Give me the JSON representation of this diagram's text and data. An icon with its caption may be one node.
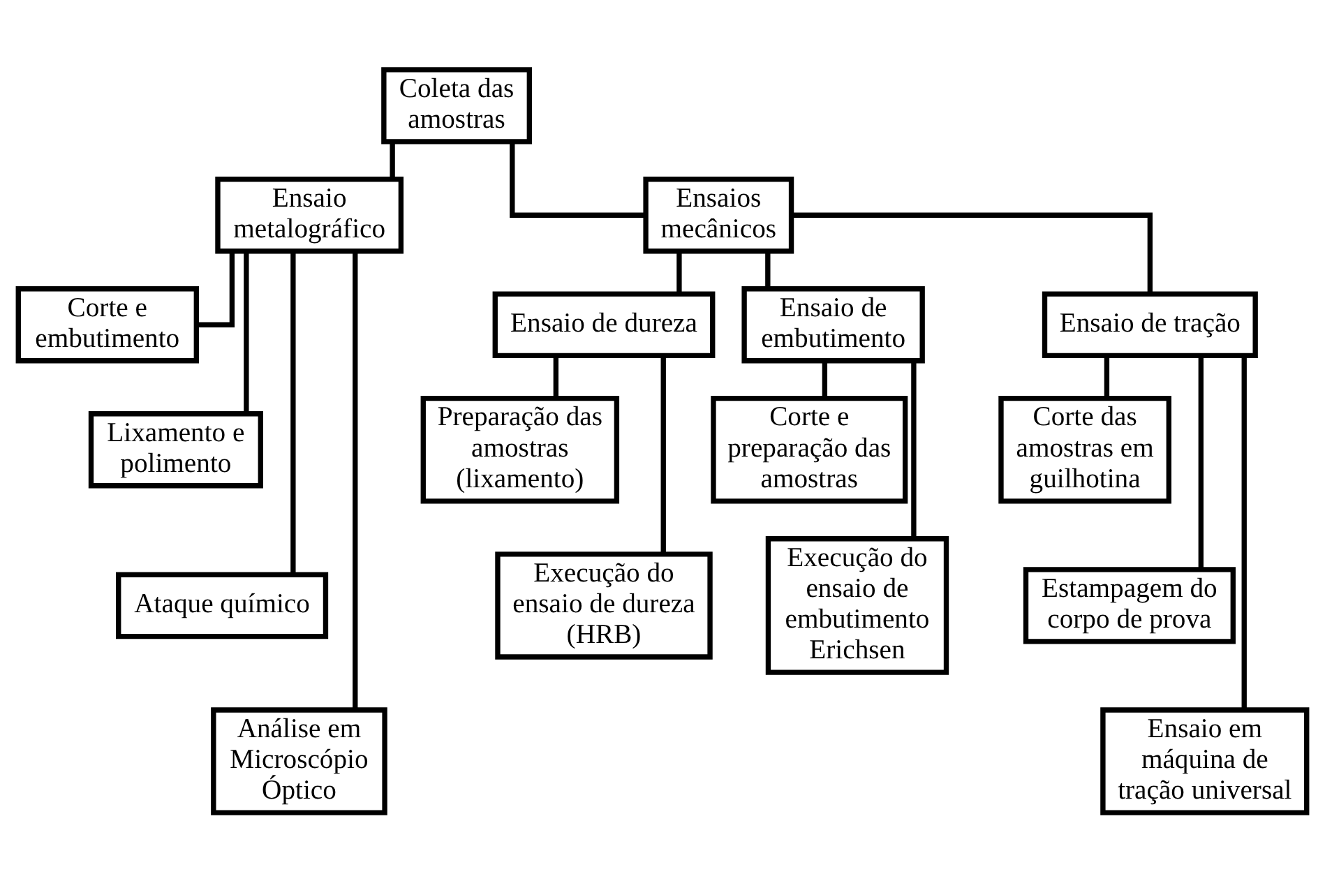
{
  "diagram": {
    "nodes": [
      {
        "text": [
          "Coleta das amostras"
        ]
      },
      {
        "text": [
          "Ensaio metalográfico"
        ]
      },
      {
        "text": [
          "Ensaios mecânicos"
        ]
      },
      {
        "text": [
          "Corte e embutimento"
        ]
      },
      {
        "text": [
          "Lixamento e polimento"
        ]
      },
      {
        "text": [
          "Ataque químico"
        ]
      },
      {
        "text": [
          "Análise em Microscópio Óptico"
        ]
      },
      {
        "text": [
          "Ensaio de dureza"
        ]
      },
      {
        "text": [
          "Ensaio de embutimento"
        ]
      },
      {
        "text": [
          "Ensaio de tração"
        ]
      },
      {
        "text": [
          "Preparação das amostras (lixamento)"
        ]
      },
      {
        "text": [
          "Execução do ensaio de dureza (HRB)"
        ]
      },
      {
        "text": [
          "Corte e preparação das amostras"
        ]
      },
      {
        "text": [
          "Execução do ensaio de embutimento Erichsen"
        ]
      },
      {
        "text": [
          "Corte das amostras em guilhotina"
        ]
      },
      {
        "text": [
          "Estampagem do corpo de prova"
        ]
      },
      {
        "text": [
          "Ensaio em máquina de tração universal"
        ]
      }
    ],
    "edges": [
      {
        "from": 0,
        "to": 1,
        "arrow": "none"
      },
      {
        "from": 0,
        "to": 2,
        "arrow": "none"
      },
      {
        "from": 1,
        "to": 3,
        "arrow": "none"
      },
      {
        "from": 1,
        "to": 4,
        "arrow": "none"
      },
      {
        "from": 1,
        "to": 5,
        "arrow": "none"
      },
      {
        "from": 1,
        "to": 6,
        "arrow": "none"
      },
      {
        "from": 2,
        "to": 7,
        "arrow": "none"
      },
      {
        "from": 2,
        "to": 8,
        "arrow": "none"
      },
      {
        "from": 2,
        "to": 9,
        "arrow": "none"
      },
      {
        "from": 7,
        "to": 10,
        "arrow": "none"
      },
      {
        "from": 7,
        "to": 11,
        "arrow": "none"
      },
      {
        "from": 8,
        "to": 12,
        "arrow": "none"
      },
      {
        "from": 8,
        "to": 13,
        "arrow": "none"
      },
      {
        "from": 9,
        "to": 14,
        "arrow": "none"
      },
      {
        "from": 9,
        "to": 15,
        "arrow": "none"
      },
      {
        "from": 9,
        "to": 16,
        "arrow": "none"
      }
    ]
  }
}
